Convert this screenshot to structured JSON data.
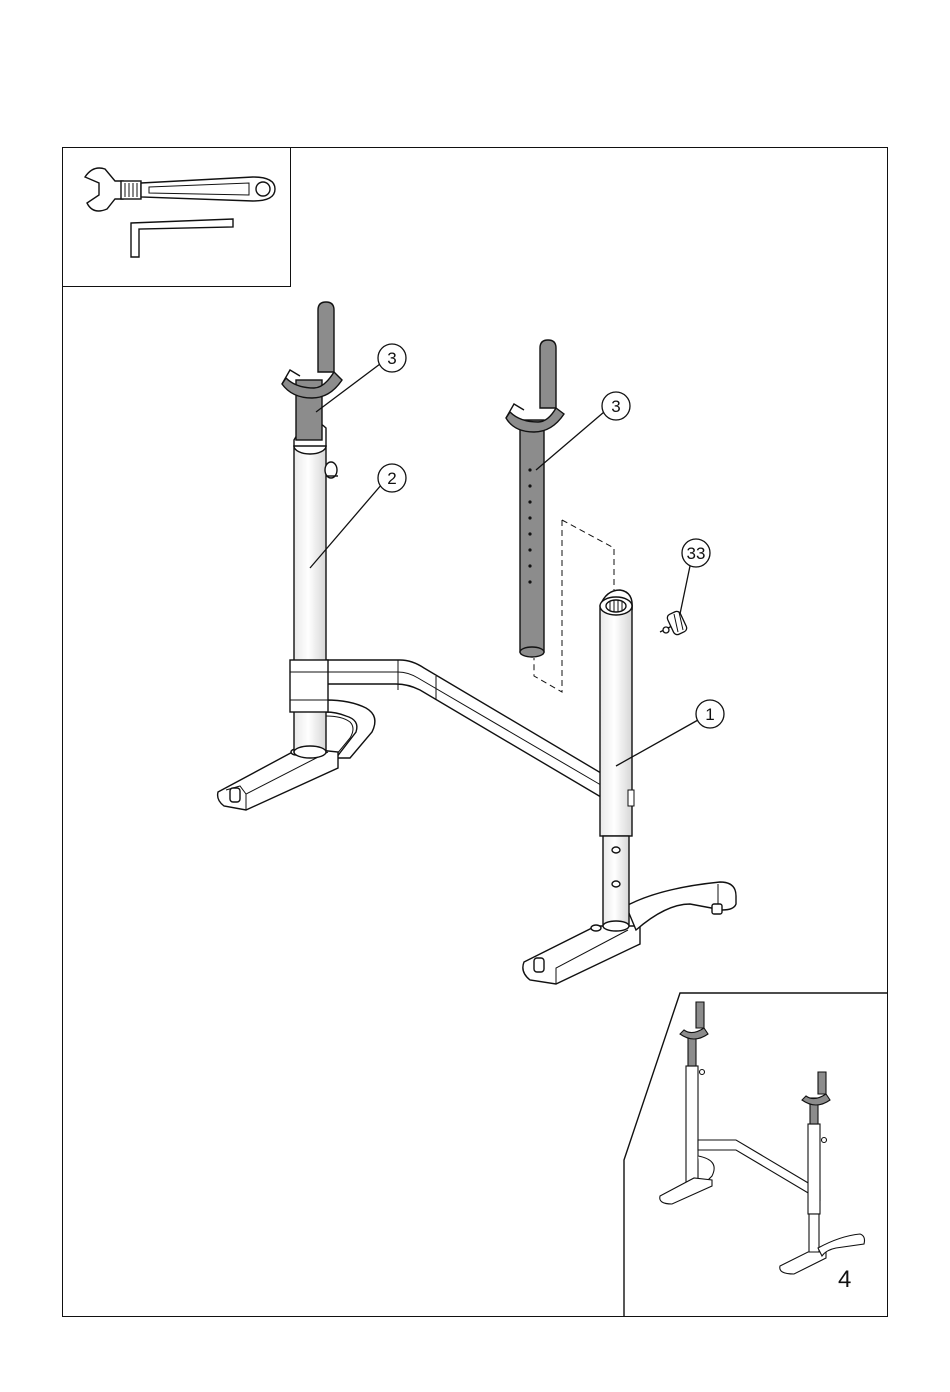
{
  "tools": [
    {
      "icon": "adjustable-wrench-icon"
    },
    {
      "icon": "hex-key-icon"
    }
  ],
  "callouts": [
    {
      "part": "3"
    },
    {
      "part": "3"
    },
    {
      "part": "2"
    },
    {
      "part": "33"
    },
    {
      "part": "1"
    }
  ],
  "step": {
    "number": "4"
  },
  "colors": {
    "line": "#111111",
    "shade": "#8c8c8c",
    "pale": "#f4f4f4"
  }
}
